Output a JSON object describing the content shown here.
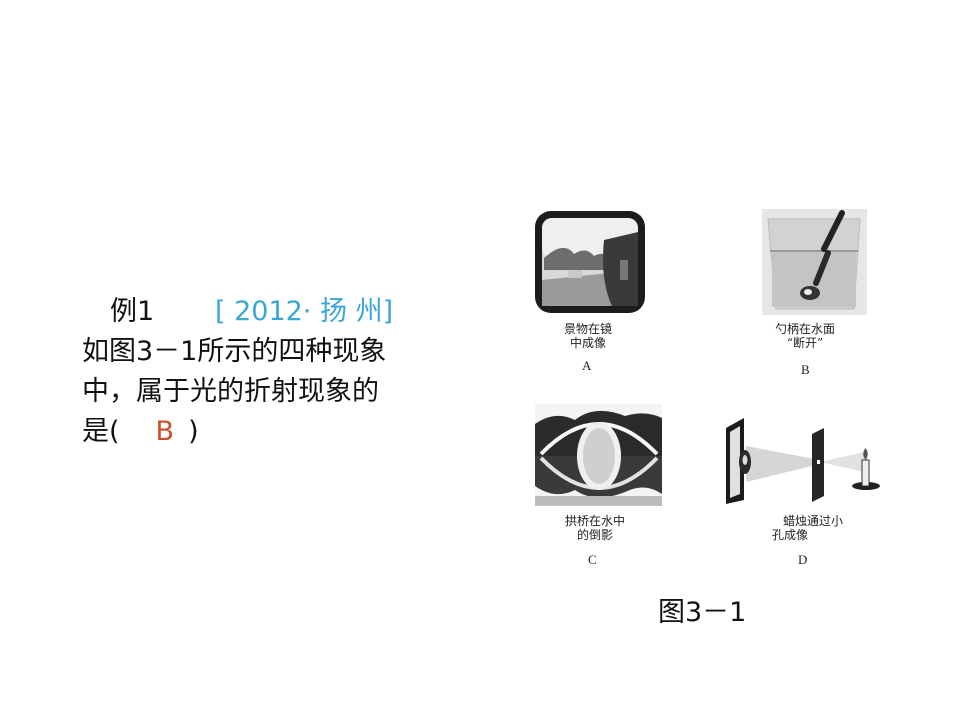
{
  "question": {
    "label": "例1",
    "source": "[ 2012·  扬 州]",
    "line1": "如图3－1所示的四种现象",
    "line2": "中，属于光的折射现象的",
    "line3_prefix": "是(",
    "answer": "B",
    "line3_suffix": ")"
  },
  "figure": {
    "caption": "图3－1",
    "panels": [
      {
        "caption_line1": "景物在镜",
        "caption_line2": "中成像",
        "letter": "A"
      },
      {
        "caption_line1": "勺柄在水面",
        "caption_line2": "“断开”",
        "letter": "B"
      },
      {
        "caption_line1": "拱桥在水中",
        "caption_line2": "的倒影",
        "letter": "C"
      },
      {
        "caption_line1": "蜡烛通过小",
        "caption_line2": "孔成像",
        "letter": "D"
      }
    ]
  }
}
